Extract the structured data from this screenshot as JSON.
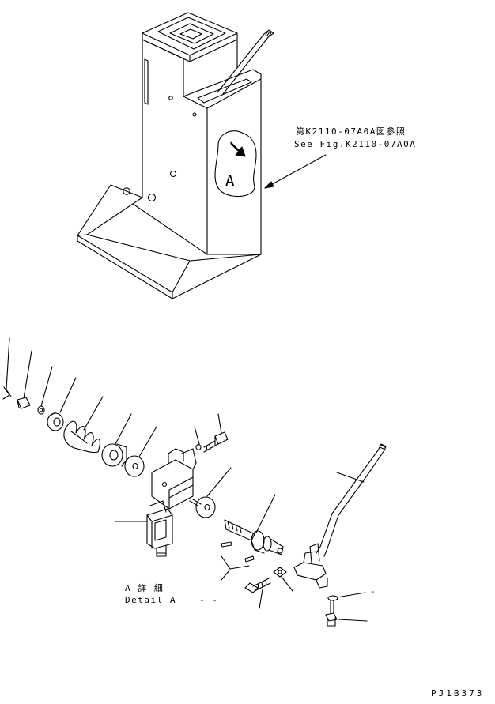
{
  "reference": {
    "jp": "第K2110-07A0A図参照",
    "en": "See Fig.K2110-07A0A"
  },
  "view_marker": "A",
  "detail": {
    "jp": "A 詳 細",
    "en": "Detail A",
    "dashes": "- -"
  },
  "drawing_id": "PJ1B373",
  "trailing_mark": "-"
}
